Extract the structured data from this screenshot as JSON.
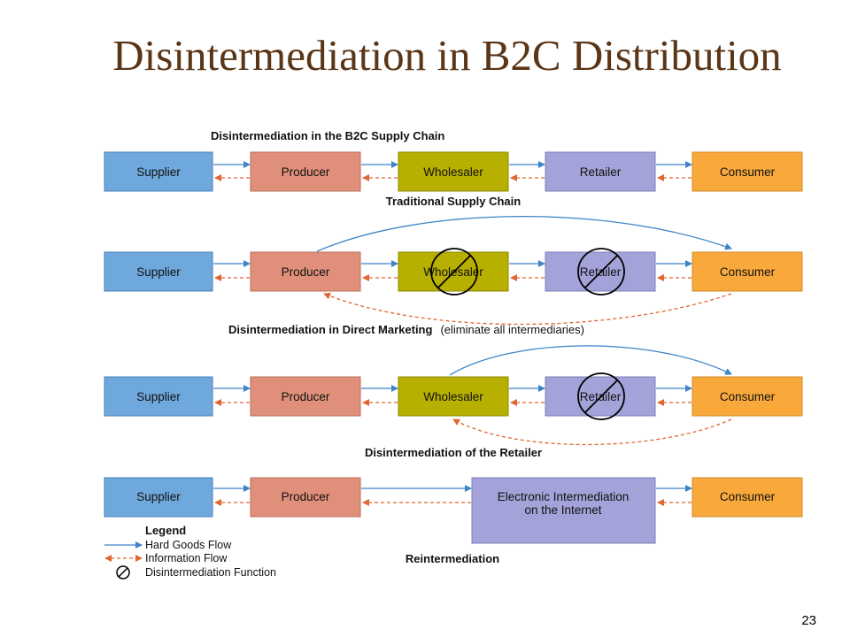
{
  "title": "Disintermediation in B2C Distribution",
  "page_number": "23",
  "diagram": {
    "heading": "Disintermediation in the B2C Supply Chain",
    "rows": [
      {
        "boxes": [
          "Supplier",
          "Producer",
          "Wholesaler",
          "Retailer",
          "Consumer"
        ],
        "caption": "Traditional Supply Chain",
        "caption_note": ""
      },
      {
        "boxes": [
          "Supplier",
          "Producer",
          "Wholesaler",
          "Retailer",
          "Consumer"
        ],
        "caption": "Disintermediation in Direct Marketing",
        "caption_note": "(eliminate all intermediaries)"
      },
      {
        "boxes": [
          "Supplier",
          "Producer",
          "Wholesaler",
          "Retailer",
          "Consumer"
        ],
        "caption": "Disintermediation of the Retailer",
        "caption_note": ""
      },
      {
        "boxes": [
          "Supplier",
          "Producer",
          "Electronic Intermediation",
          "on the Internet",
          "Consumer"
        ],
        "caption": "Reintermediation",
        "caption_note": ""
      }
    ],
    "legend": {
      "title": "Legend",
      "hard_goods": "Hard Goods Flow",
      "information": "Information Flow",
      "disintermediation": "Disintermediation Function"
    },
    "colors": {
      "supplier": "#6fa8dc",
      "producer": "#e0907a",
      "wholesaler": "#b8b000",
      "retailer": "#a3a3d9",
      "consumer": "#f9a93b",
      "hard_goods_flow": "#3d85c6",
      "information_flow": "#e06633",
      "title": "#5a3516"
    }
  }
}
